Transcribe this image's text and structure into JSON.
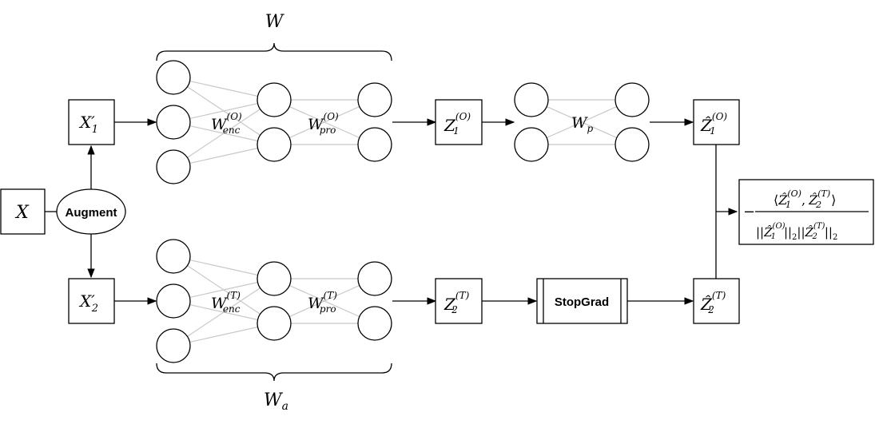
{
  "labels": {
    "x": "X",
    "x1_prime": "X′",
    "x1_sub": "1",
    "x2_prime": "X′",
    "x2_sub": "2",
    "augment": "Augment",
    "w_top": "W",
    "w_bottom": "W",
    "w_bottom_sub": "a",
    "w_enc_top": "W",
    "w_enc_top_sub": "enc",
    "w_enc_top_sup": "(O)",
    "w_pro_top": "W",
    "w_pro_top_sub": "pro",
    "w_pro_top_sup": "(O)",
    "w_enc_bot": "W",
    "w_enc_bot_sub": "enc",
    "w_enc_bot_sup": "(T)",
    "w_pro_bot": "W",
    "w_pro_bot_sub": "pro",
    "w_pro_bot_sup": "(T)",
    "z1": "Z",
    "z1_sub": "1",
    "z1_sup": "(O)",
    "z2": "Z",
    "z2_sub": "2",
    "z2_sup": "(T)",
    "wp": "W",
    "wp_sub": "p",
    "zhat1": "Ẑ",
    "zhat1_sub": "1",
    "zhat1_sup": "(O)",
    "zhat2": "Ẑ",
    "zhat2_sub": "2",
    "zhat2_sup": "(T)",
    "stopgrad": "StopGrad"
  },
  "loss": {
    "minus": "−",
    "num_open": "⟨",
    "num_z1": "Ẑ",
    "num_z1_sub": "1",
    "num_z1_sup": "(O)",
    "num_comma": ",",
    "num_z2": "Ẑ",
    "num_z2_sub": "2",
    "num_z2_sup": "(T)",
    "num_close": "⟩",
    "den_bars1": "||",
    "den_z1": "Ẑ",
    "den_z1_sub": "1",
    "den_z1_sup": "(O)",
    "den_bars2": "||",
    "den_norm1": "2",
    "den_bars3": "||",
    "den_z2": "Ẑ",
    "den_z2_sub": "2",
    "den_z2_sup": "(T)",
    "den_bars4": "||",
    "den_norm2": "2"
  }
}
